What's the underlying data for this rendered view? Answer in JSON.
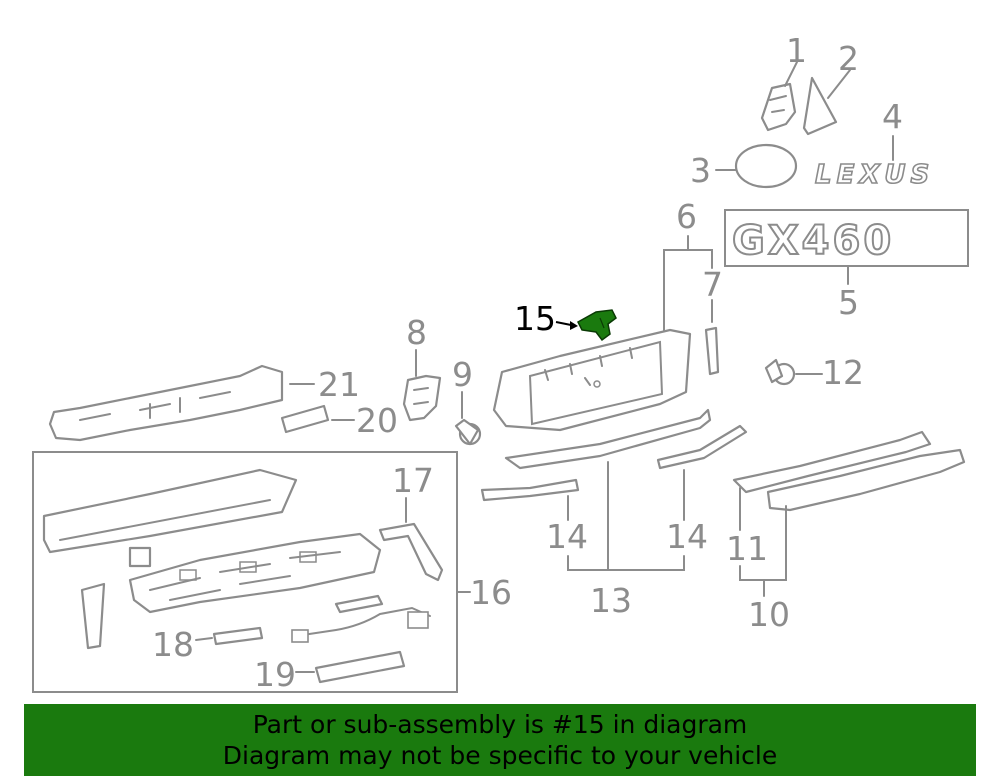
{
  "diagram": {
    "highlight_color": "#1a7a0e",
    "line_color": "#8c8c8c",
    "highlighted_callout": "15",
    "brand_emblem_text": "LEXUS",
    "model_badge_text": "GX460",
    "callouts": {
      "c1": "1",
      "c2": "2",
      "c3": "3",
      "c4": "4",
      "c5": "5",
      "c6": "6",
      "c7": "7",
      "c8": "8",
      "c9": "9",
      "c10": "10",
      "c11": "11",
      "c12": "12",
      "c13": "13",
      "c14a": "14",
      "c14b": "14",
      "c15": "15",
      "c16": "16",
      "c17": "17",
      "c18": "18",
      "c19": "19",
      "c20": "20",
      "c21": "21"
    }
  },
  "notice": {
    "line1": "Part or sub-assembly is #15 in diagram",
    "line2": "Diagram may not be specific to your vehicle"
  }
}
